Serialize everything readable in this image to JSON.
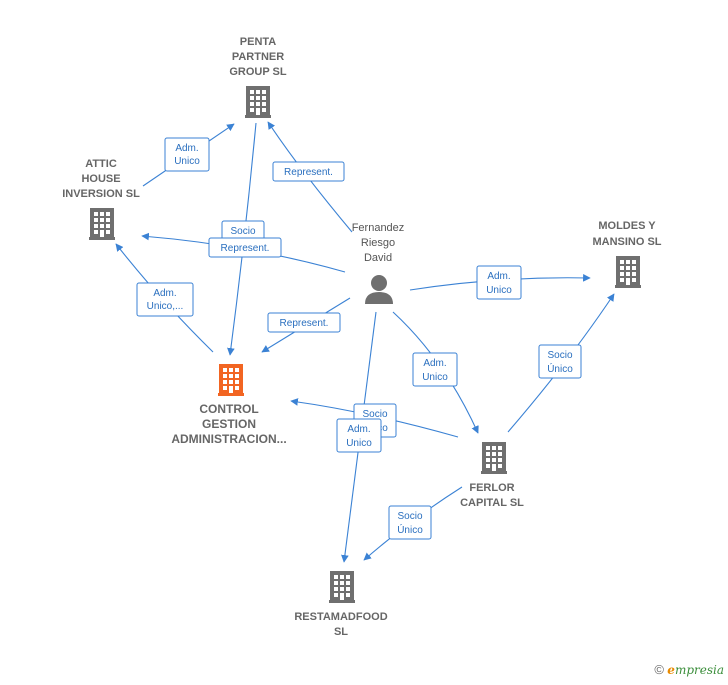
{
  "colors": {
    "edge": "#3b82d4",
    "building": "#6f6f6f",
    "building_main": "#f26522",
    "person": "#6f6f6f"
  },
  "nodes": {
    "penta": {
      "lines": [
        "PENTA",
        "PARTNER",
        "GROUP  SL"
      ]
    },
    "attic": {
      "lines": [
        "ATTIC",
        "HOUSE",
        "INVERSION  SL"
      ]
    },
    "person": {
      "lines": [
        "Fernandez",
        "Riesgo",
        "David"
      ]
    },
    "moldes": {
      "lines": [
        "MOLDES Y",
        "MANSINO  SL"
      ]
    },
    "control": {
      "lines": [
        "CONTROL",
        "GESTION",
        "ADMINISTRACION..."
      ]
    },
    "ferlor": {
      "lines": [
        "FERLOR",
        "CAPITAL  SL"
      ]
    },
    "resta": {
      "lines": [
        "RESTAMADFOOD",
        "SL"
      ]
    }
  },
  "edges": [
    {
      "id": "attic-penta",
      "lines": [
        "Adm.",
        "Unico"
      ]
    },
    {
      "id": "person-penta",
      "lines": [
        "Represent."
      ]
    },
    {
      "id": "penta-control",
      "lines": [
        "Socio"
      ]
    },
    {
      "id": "person-attic",
      "lines": [
        "Represent."
      ]
    },
    {
      "id": "control-attic",
      "lines": [
        "Adm.",
        "Unico,..."
      ]
    },
    {
      "id": "person-control",
      "lines": [
        "Represent."
      ]
    },
    {
      "id": "person-moldes",
      "lines": [
        "Adm.",
        "Unico"
      ]
    },
    {
      "id": "person-ferlor",
      "lines": [
        "Adm.",
        "Unico"
      ]
    },
    {
      "id": "ferlor-moldes",
      "lines": [
        "Socio",
        "Único"
      ]
    },
    {
      "id": "ferlor-control",
      "lines": [
        "Socio",
        "Único"
      ]
    },
    {
      "id": "person-resta",
      "lines": [
        "Adm.",
        "Unico"
      ]
    },
    {
      "id": "ferlor-resta",
      "lines": [
        "Socio",
        "Único"
      ]
    }
  ],
  "footer": {
    "copyright": "©",
    "brand_initial": "e",
    "brand_rest": "mpresia"
  }
}
